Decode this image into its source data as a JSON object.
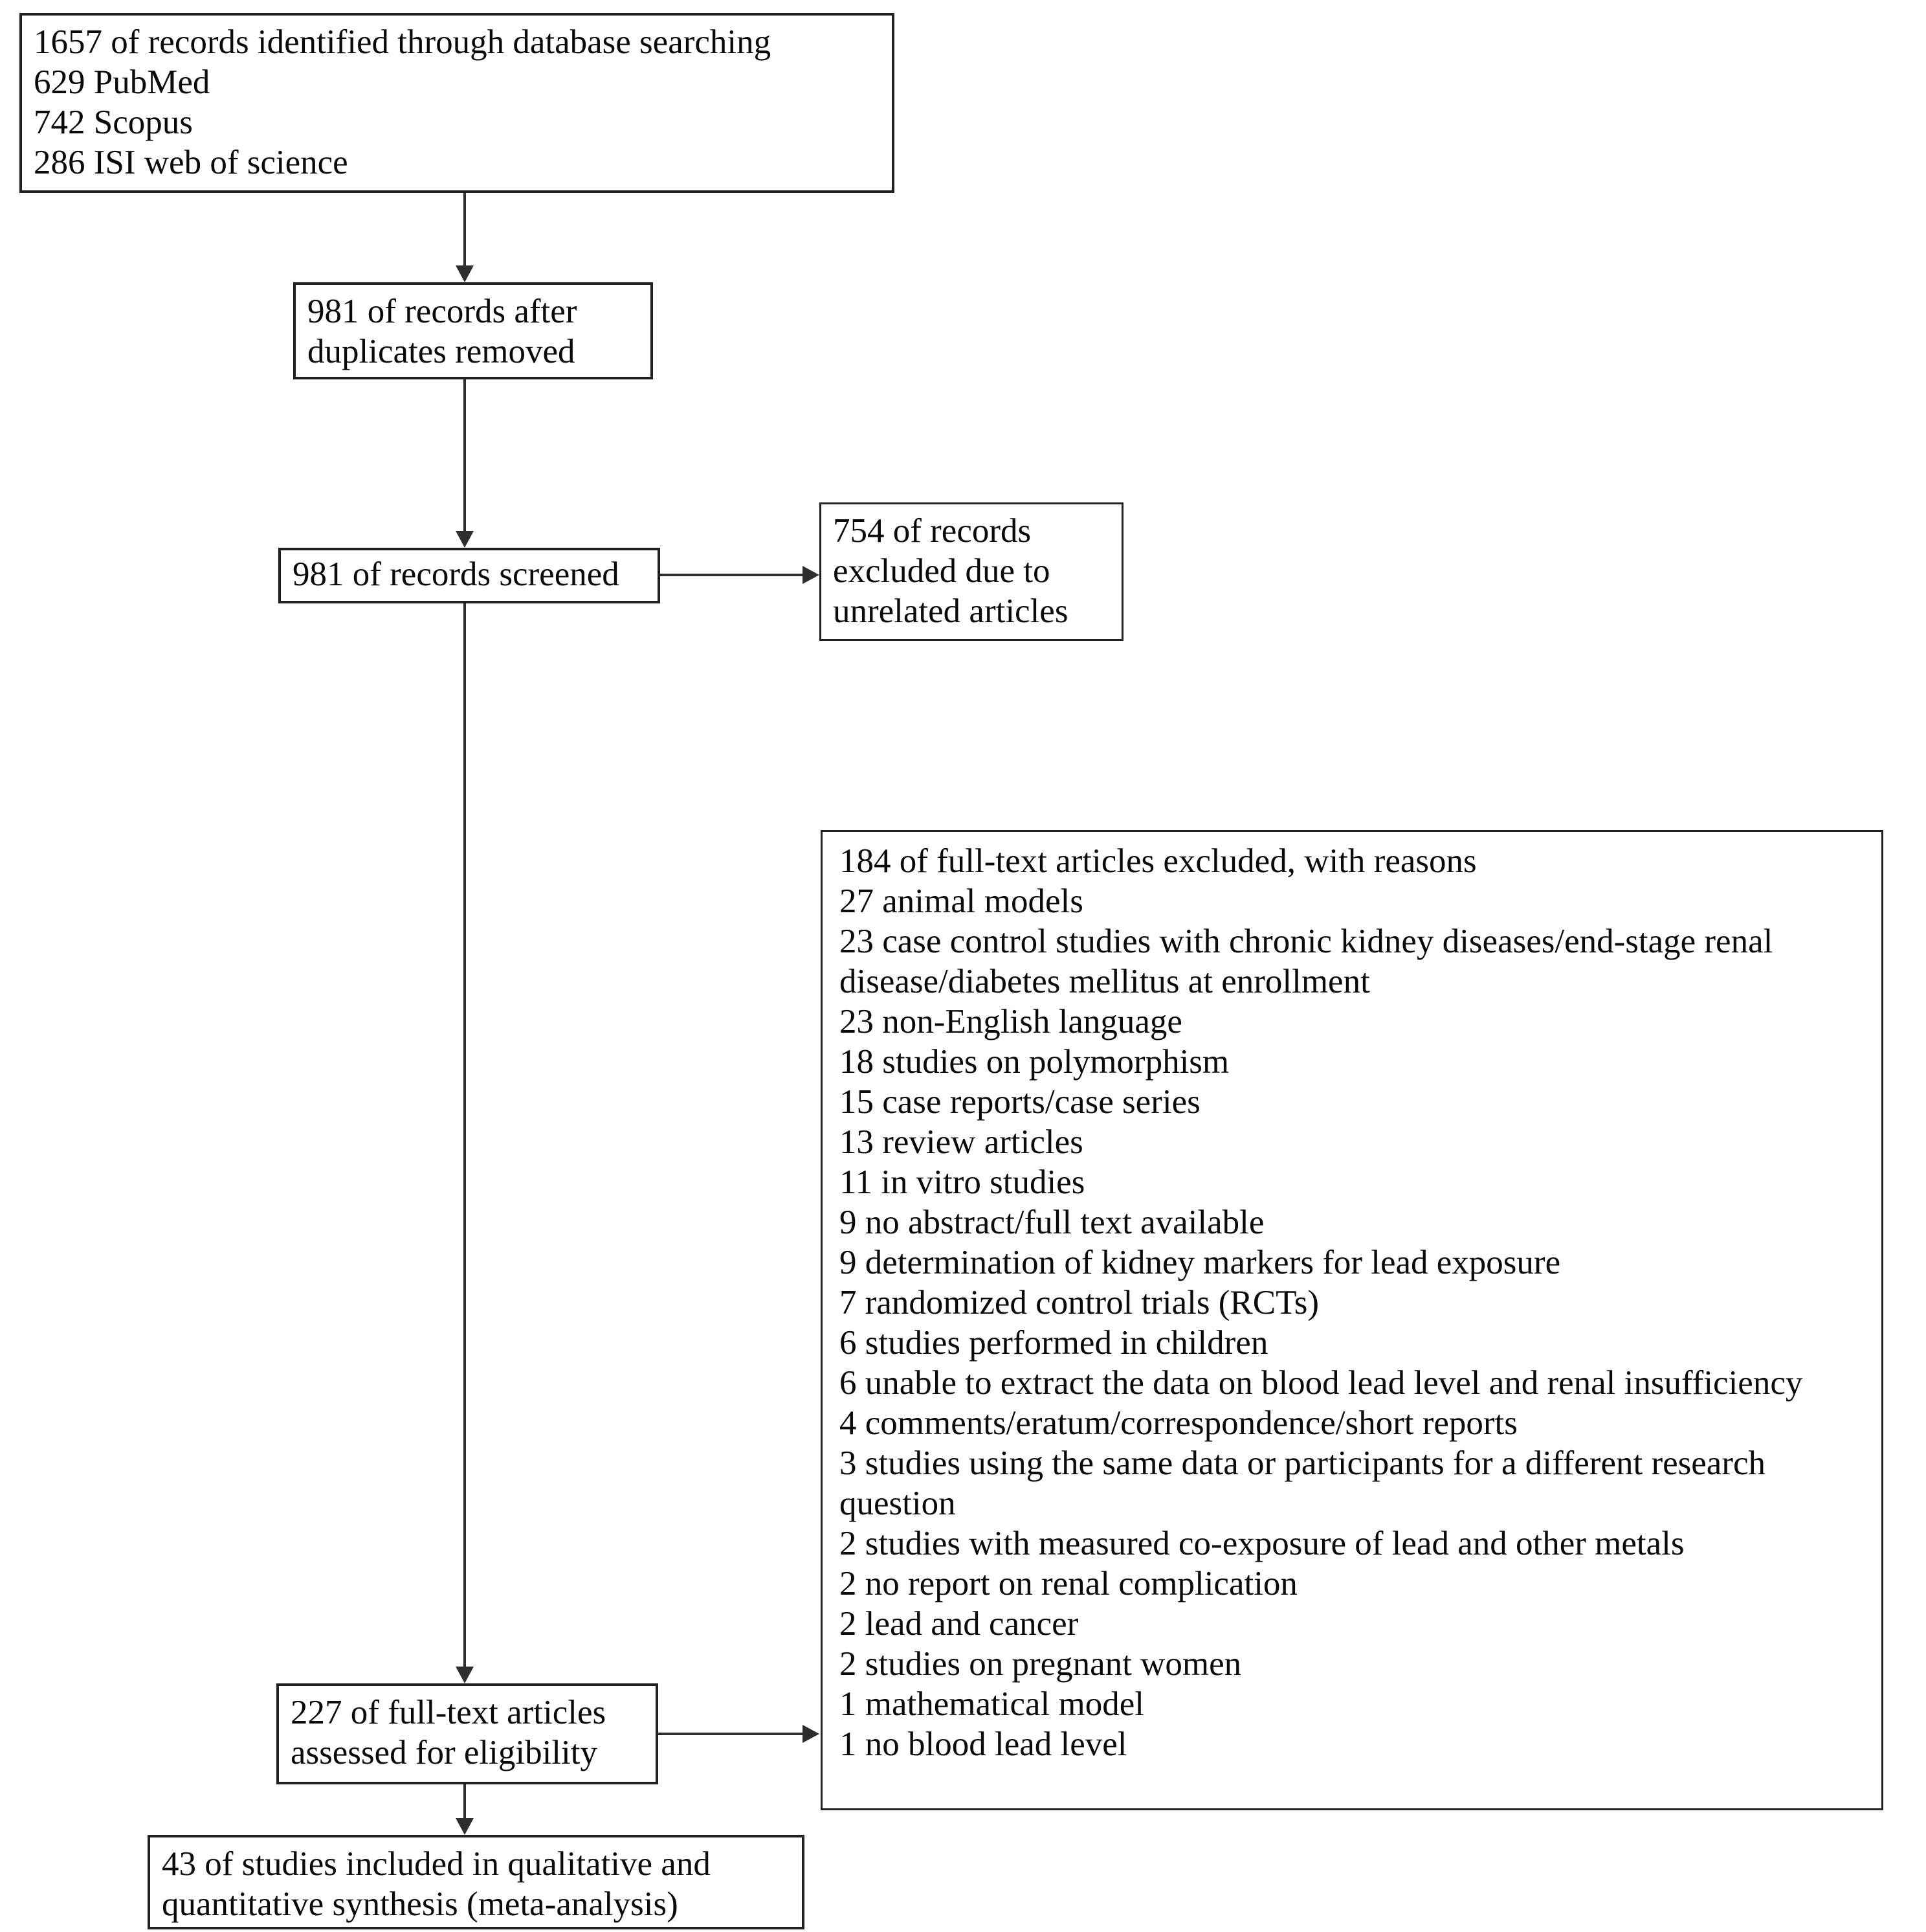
{
  "diagram": {
    "identification": {
      "total_line": "1657 of records identified through database searching",
      "source_lines": [
        "629 PubMed",
        "742 Scopus",
        "286 ISI web of science"
      ]
    },
    "deduplicated": {
      "text": "981 of records after duplicates removed"
    },
    "screened": {
      "text": "981 of records screened"
    },
    "records_excluded": {
      "text": "754 of records excluded due to unrelated articles"
    },
    "fulltext_excluded": {
      "header": "184 of full-text articles excluded, with reasons",
      "reasons": [
        "27 animal models",
        "23 case control studies with chronic kidney diseases/end-stage renal disease/diabetes mellitus at enrollment",
        "23 non-English language",
        "18 studies on polymorphism",
        "15 case reports/case series",
        "13 review articles",
        "11 in vitro studies",
        "9 no abstract/full text available",
        "9 determination of kidney markers for lead exposure",
        "7 randomized control trials (RCTs)",
        "6 studies performed in children",
        "6 unable to extract the data on blood lead level and renal insufficiency",
        "4 comments/eratum/correspondence/short reports",
        "3 studies using the same data or participants for a different research question",
        "2 studies with measured co-exposure of lead and other metals",
        "2 no report on renal complication",
        "2 lead and cancer",
        "2 studies on pregnant women",
        "1 mathematical model",
        "1 no blood lead level"
      ]
    },
    "eligibility": {
      "text": "227 of full-text articles assessed for eligibility"
    },
    "included": {
      "text": "43 of studies included in qualitative and quantitative synthesis (meta-analysis)"
    }
  },
  "colors": {
    "box_border": "#212121",
    "arrow": "#2e2e2e",
    "text": "#0a0a0a",
    "background": "#ffffff"
  }
}
